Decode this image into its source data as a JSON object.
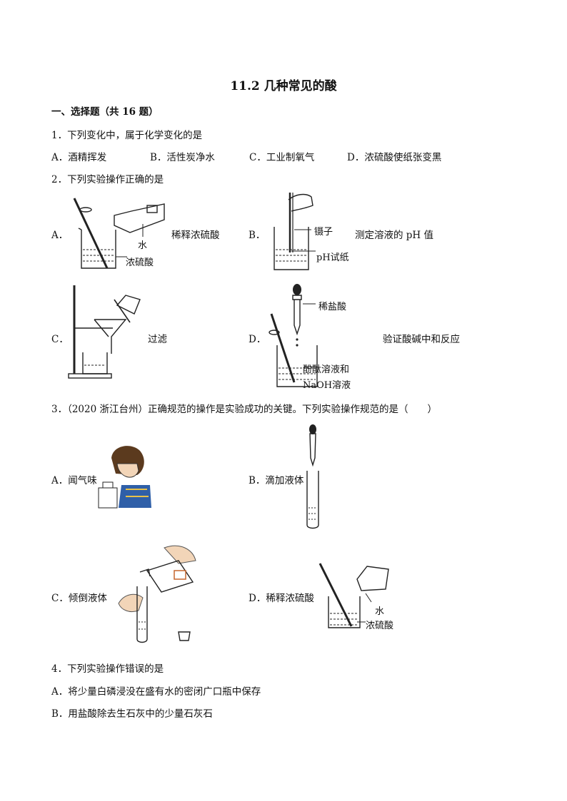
{
  "title": "11.2 几种常见的酸",
  "section": "一、选择题（共 16 题）",
  "q1": {
    "stem": "1．下列变化中，属于化学变化的是",
    "options": [
      "A．酒精挥发",
      "B．活性炭净水",
      "C．工业制氧气",
      "D．浓硫酸使纸张变黑"
    ]
  },
  "q2": {
    "stem": "2．下列实验操作正确的是",
    "a": {
      "letter": "A．",
      "caption": "稀释浓硫酸",
      "label_water": "水",
      "label_acid": "浓硫酸"
    },
    "b": {
      "letter": "B．",
      "caption": "测定溶液的 pH 值",
      "label_tweezers": "镊子",
      "label_paper": "pH试纸"
    },
    "c": {
      "letter": "C．",
      "caption": "过滤"
    },
    "d": {
      "letter": "D．",
      "caption": "验证酸碱中和反应",
      "label_hcl": "稀盐酸",
      "label_sol1": "酚酞溶液和",
      "label_sol2": "NaOH溶液"
    }
  },
  "q3": {
    "stem": "3．（2020 浙江台州）正确规范的操作是实验成功的关键。下列实验操作规范的是（　　）",
    "a": "A．闻气味",
    "b": "B．滴加液体",
    "c": "C．倾倒液体",
    "d": "D．稀释浓硫酸",
    "d_label_water": "水",
    "d_label_acid": "浓硫酸"
  },
  "q4": {
    "stem": "4．下列实验操作错误的是",
    "options": [
      "A．将少量白磷浸没在盛有水的密闭广口瓶中保存",
      "B．用盐酸除去生石灰中的少量石灰石"
    ]
  }
}
